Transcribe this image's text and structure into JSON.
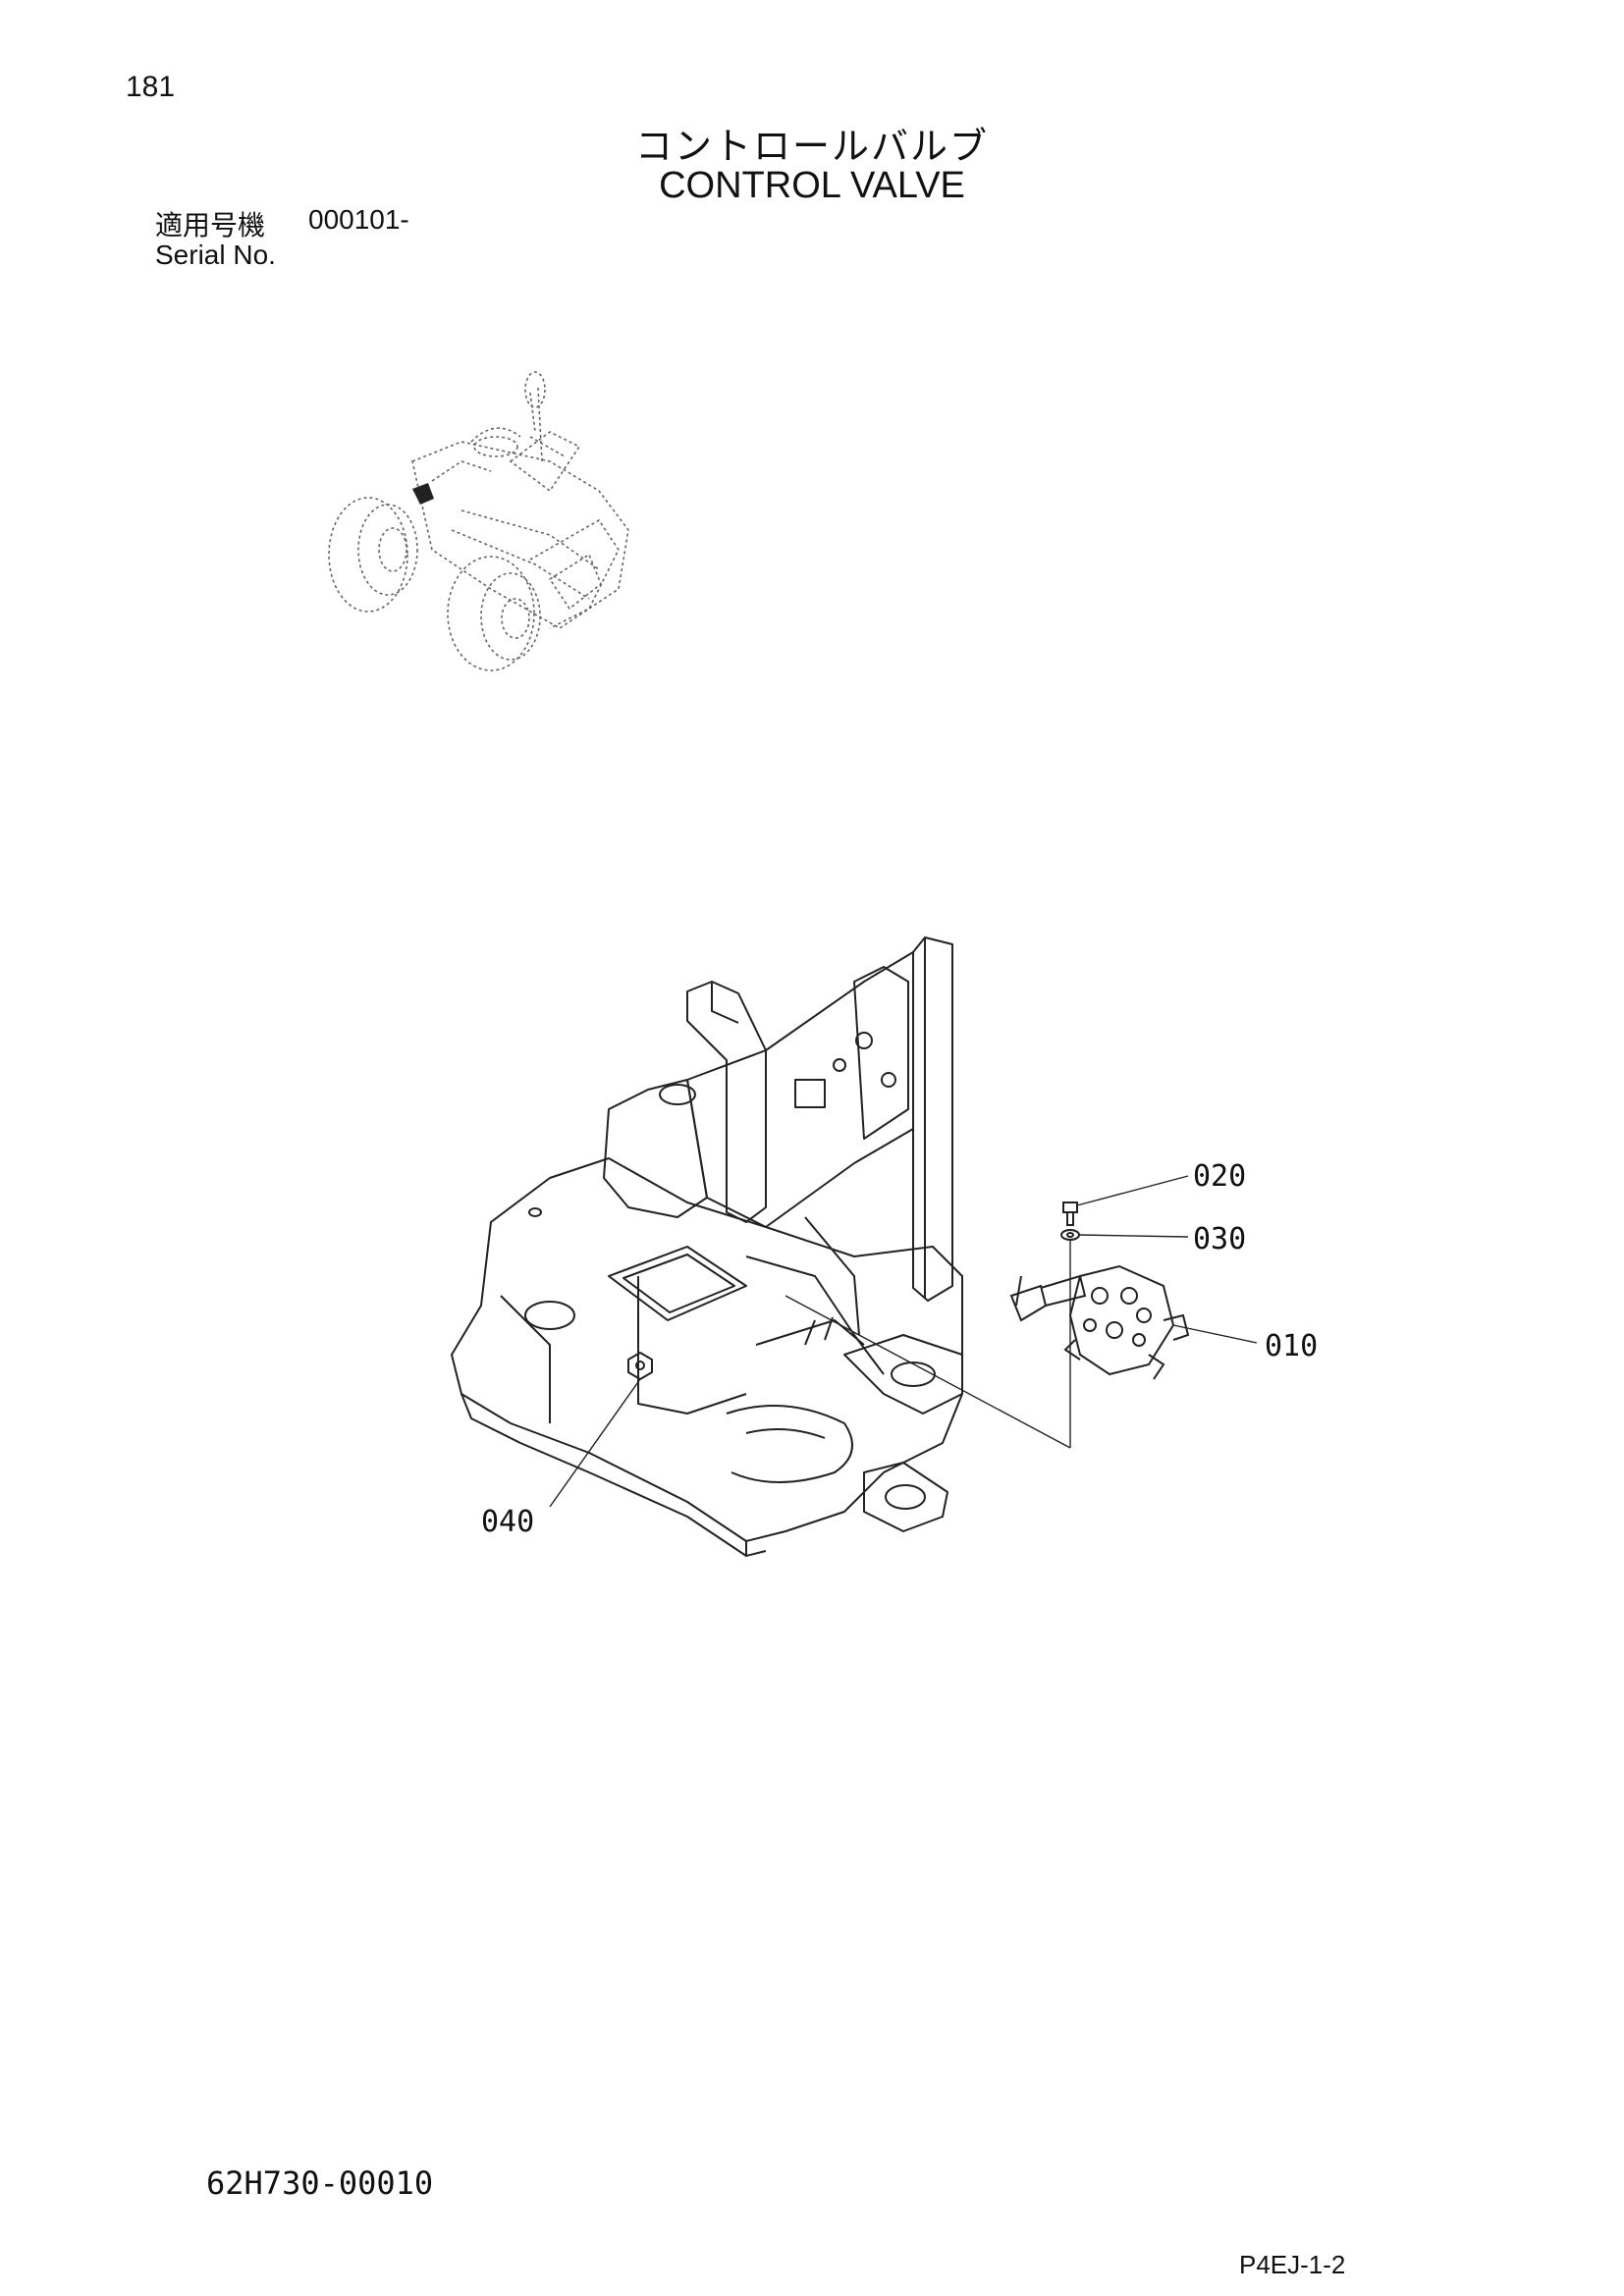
{
  "header": {
    "page_number": "181",
    "title_jp": "コントロールバルブ",
    "title_en": "CONTROL VALVE",
    "serial_label_jp": "適用号機",
    "serial_range": "000101-",
    "serial_label_en": "Serial No."
  },
  "diagram": {
    "callouts": [
      {
        "label": "020"
      },
      {
        "label": "030"
      },
      {
        "label": "010"
      },
      {
        "label": "040"
      }
    ]
  },
  "footer": {
    "part_code": "62H730-00010",
    "page_ref": "P4EJ-1-2"
  }
}
